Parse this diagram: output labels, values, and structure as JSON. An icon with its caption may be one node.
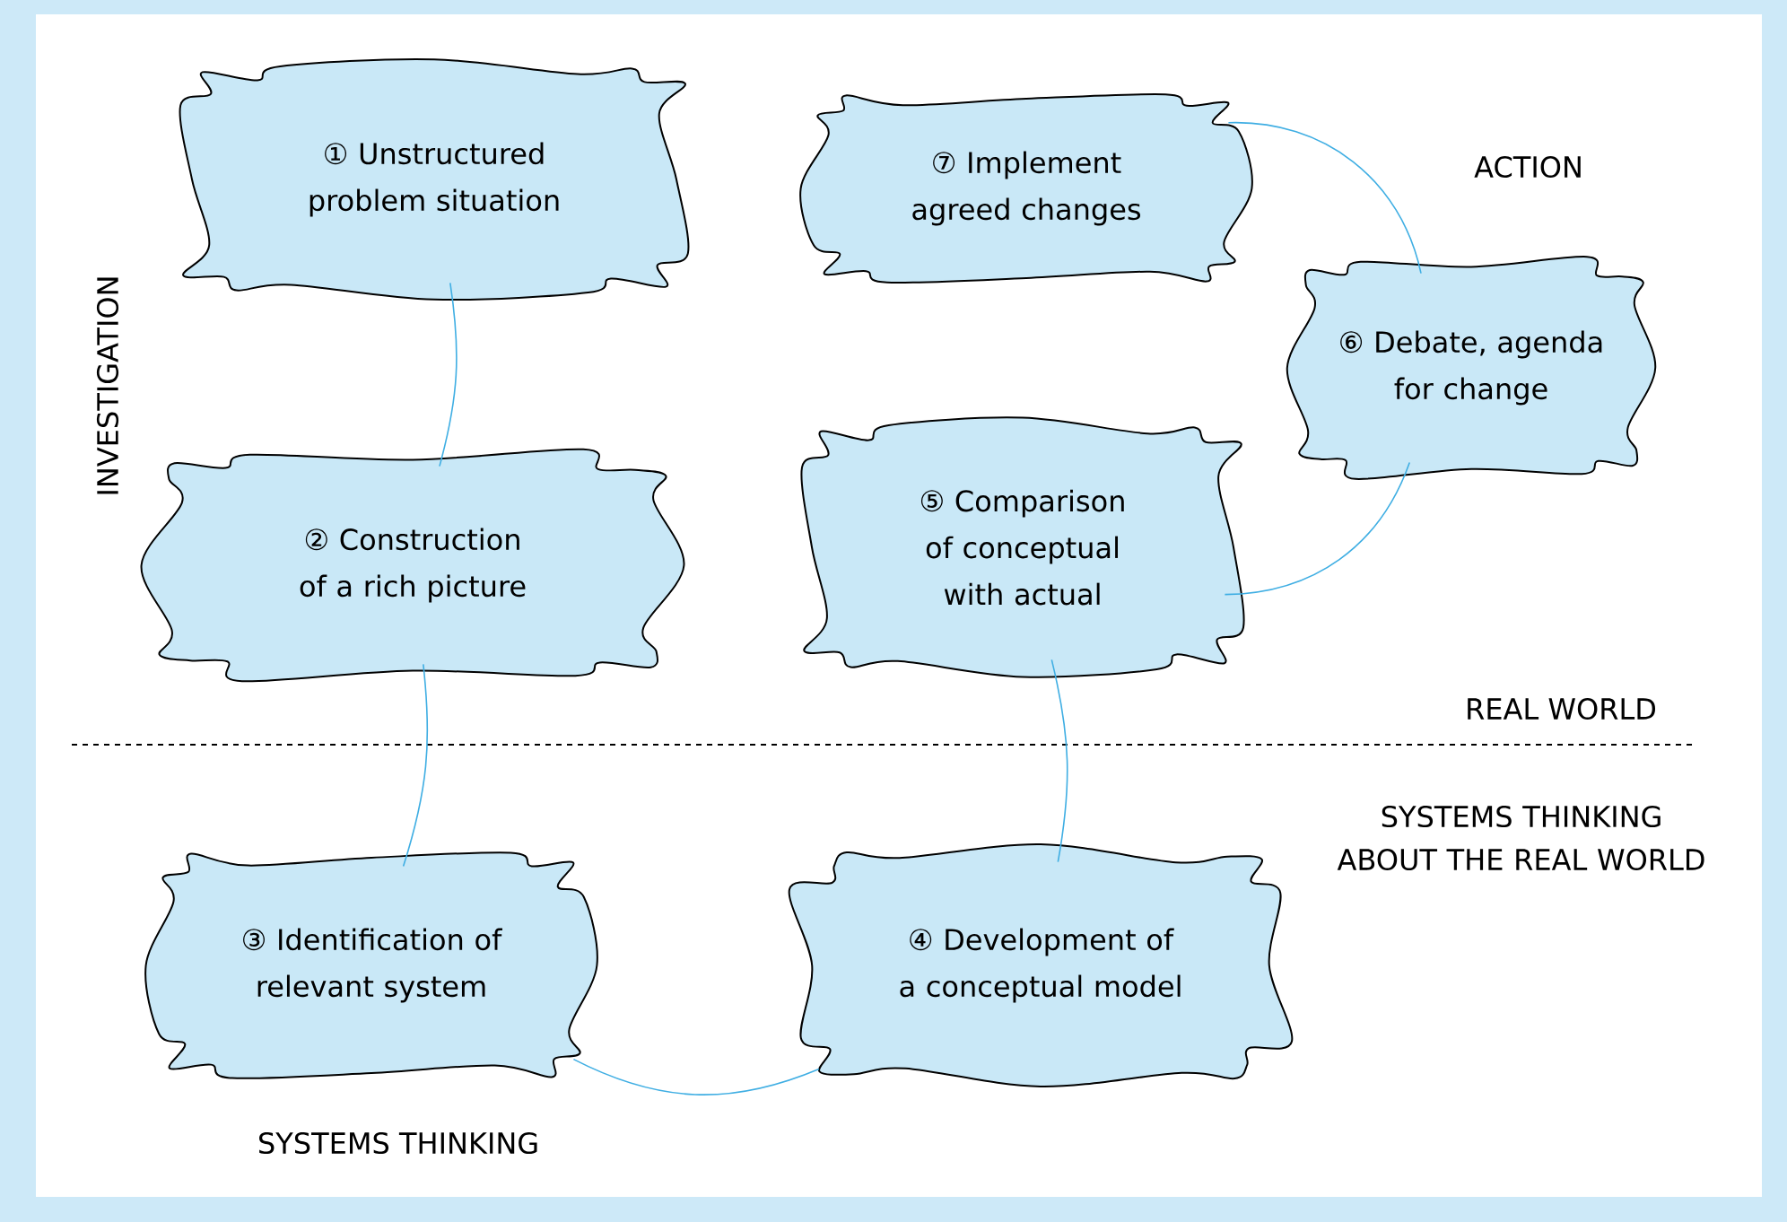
{
  "diagram": {
    "nodes": [
      {
        "text": [
          "① Unstructured problem situation"
        ]
      },
      {
        "text": [
          "② Construction of a rich picture"
        ]
      },
      {
        "text": [
          "③ Identification of relevant system"
        ]
      },
      {
        "text": [
          "④ Development of a conceptual model"
        ]
      },
      {
        "text": [
          "⑤ Comparison of conceptual with actual"
        ]
      },
      {
        "text": [
          "⑥ Debate, agenda for change"
        ]
      },
      {
        "text": [
          "⑦ Implement agreed changes"
        ]
      }
    ],
    "edges": [
      {
        "from": 0,
        "to": 1,
        "arrow": "none"
      },
      {
        "from": 1,
        "to": 2,
        "arrow": "none"
      },
      {
        "from": 2,
        "to": 3,
        "arrow": "none"
      },
      {
        "from": 3,
        "to": 4,
        "arrow": "none"
      },
      {
        "from": 4,
        "to": 5,
        "arrow": "none"
      },
      {
        "from": 5,
        "to": 6,
        "arrow": "none"
      }
    ],
    "labels": [
      "INVESTIGATION",
      "ACTION",
      "REAL WORLD",
      "SYSTEMS THINKING ABOUT THE REAL WORLD",
      "SYSTEMS THINKING"
    ]
  }
}
